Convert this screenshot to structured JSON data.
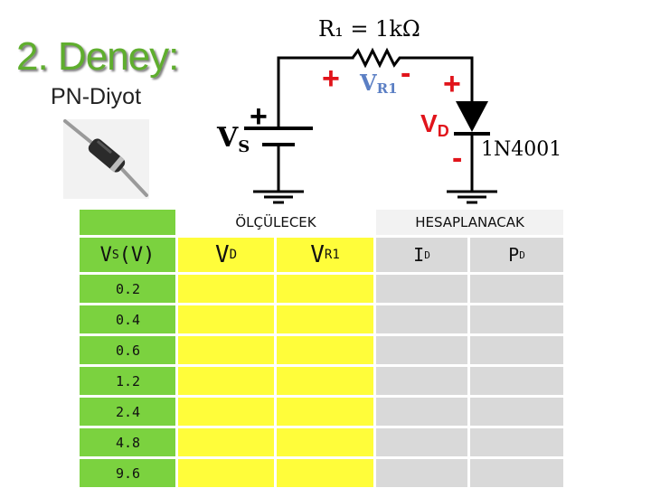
{
  "slide": {
    "title": "2. Deney:",
    "subtitle": "PN-Diyot"
  },
  "circuit": {
    "resistor_label": "R₁ = 1kΩ",
    "vr1_plus": "+",
    "vr1_label": "V",
    "vr1_sub": "R1",
    "vr1_minus": "-",
    "vs_label": "V",
    "vs_sub": "S",
    "vs_plus": "+",
    "vd_plus": "+",
    "vd_label": "V",
    "vd_sub": "D",
    "vd_minus": "-",
    "diode_part": "1N4001",
    "colors": {
      "red": "#e1141b",
      "blue": "#5b7fc4",
      "wire": "#000000"
    }
  },
  "table": {
    "group_measured": "ÖLÇÜLECEK",
    "group_calculated": "HESAPLANACAK",
    "col_vs": {
      "main": "V",
      "sub": "S",
      "unit": " (V)"
    },
    "col_vd": {
      "main": "V",
      "sub": "D"
    },
    "col_vr1": {
      "main": "V",
      "sub": "R1"
    },
    "col_id": {
      "main": "I",
      "sub": "D"
    },
    "col_pd": {
      "main": "P",
      "sub": "D"
    },
    "rows": [
      "0.2",
      "0.4",
      "0.6",
      "1.2",
      "2.4",
      "4.8",
      "9.6"
    ],
    "colors": {
      "green": "#7bd23f",
      "yellow": "#fffd3a",
      "gray": "#d9d9d9"
    }
  }
}
